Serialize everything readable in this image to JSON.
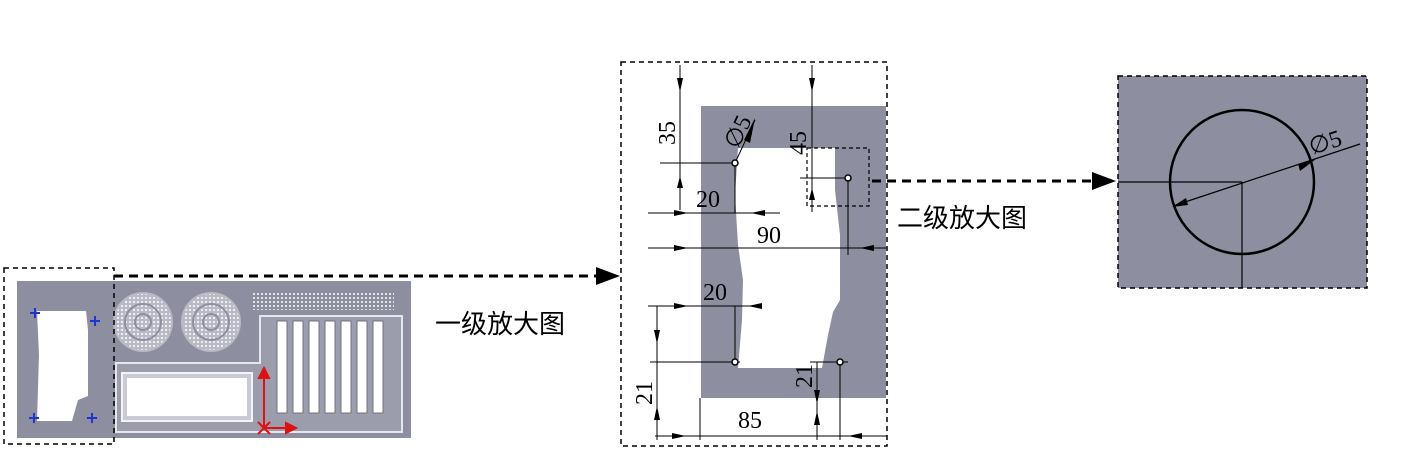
{
  "colors": {
    "panel": "#8d8fa1",
    "panel_light": "#9b9dad",
    "hole": "#ffffff",
    "line": "#000000",
    "marker": "#1f33d6",
    "axis": "#e01010"
  },
  "labels": {
    "first_zoom": "一级放大图",
    "second_zoom": "二级放大图"
  },
  "dimensions": {
    "d35": "35",
    "phi5": "∅5",
    "d45": "45",
    "d20_top": "20",
    "d90": "90",
    "d20_mid": "20",
    "d21_left": "21",
    "d21_right": "21",
    "d85": "85",
    "phi5_detail": "∅5"
  }
}
